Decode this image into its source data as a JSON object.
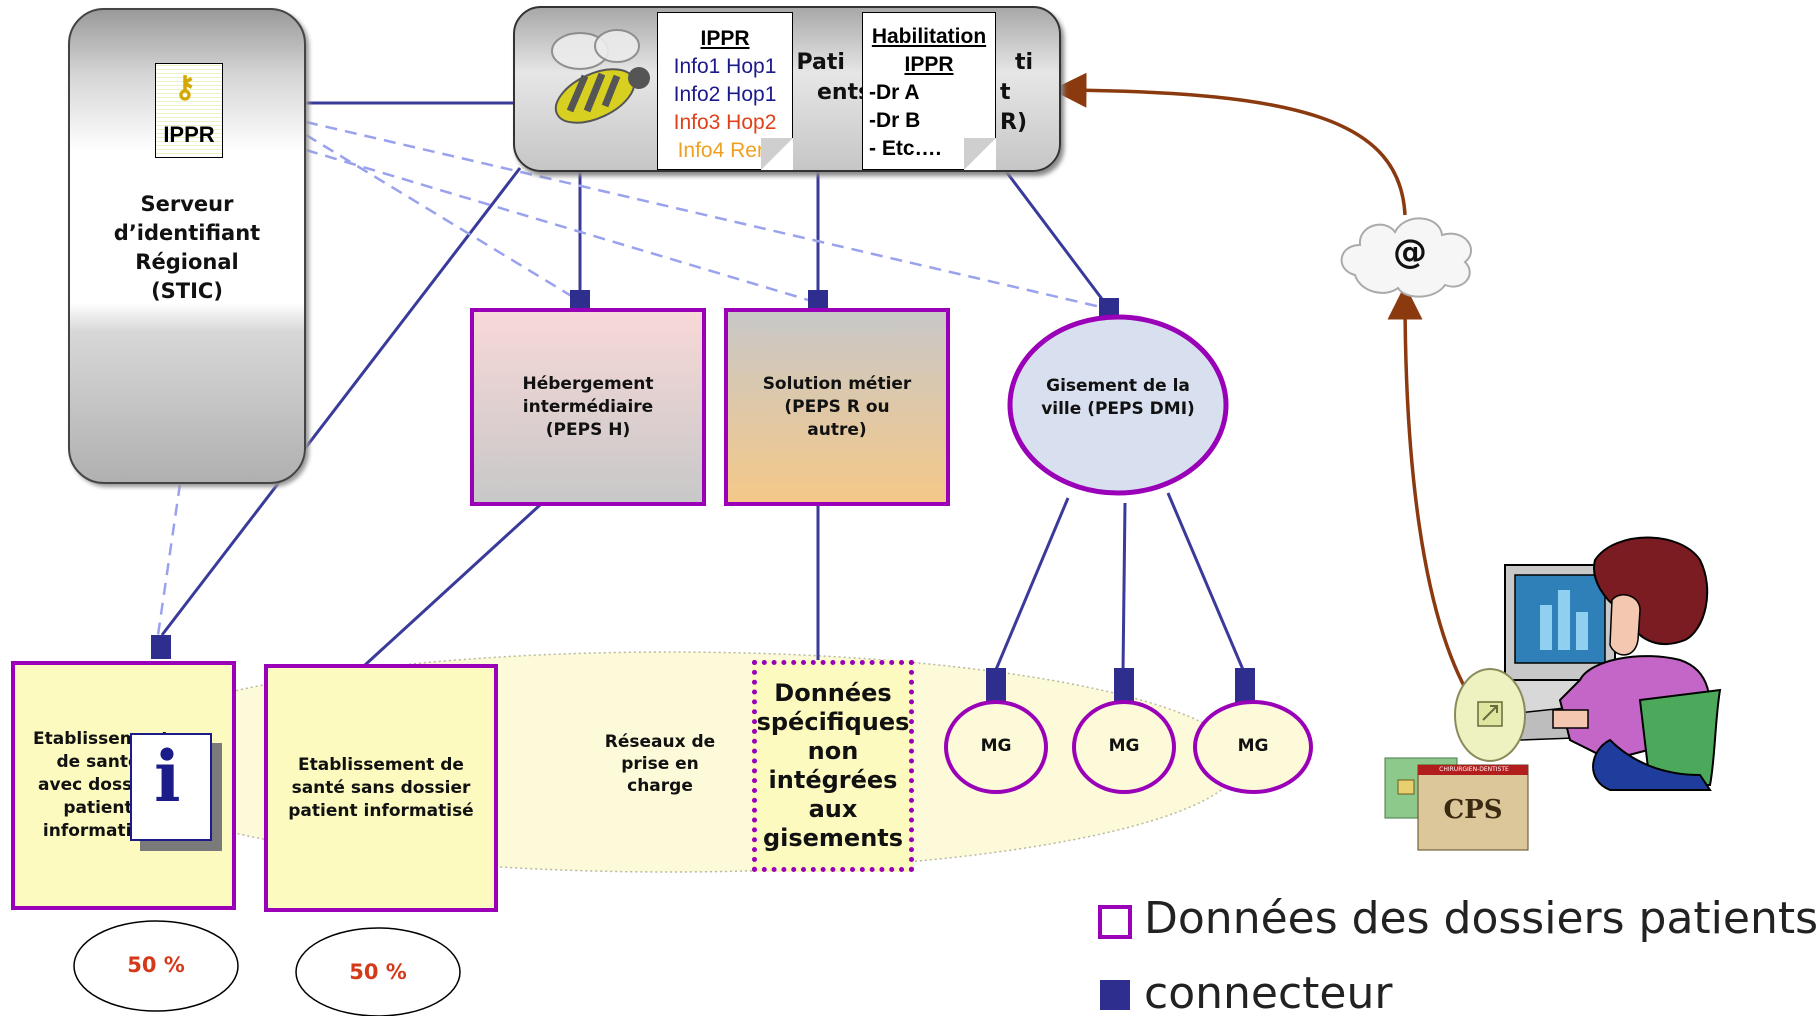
{
  "server": {
    "doc_label": "IPPR",
    "title_lines": [
      "Serveur",
      "d’identifiant",
      "Régional",
      "(STIC)"
    ]
  },
  "main_server": {
    "title_fragments": [
      "r Pati",
      "ti",
      "ents",
      "t",
      "R)"
    ]
  },
  "ippr_doc": {
    "heading": "IPPR",
    "rows": [
      {
        "text": "Info1 Hop1",
        "color": "#1a1a8c"
      },
      {
        "text": "Info2 Hop1",
        "color": "#1a1a8c"
      },
      {
        "text": "Info3 Hop2",
        "color": "#e0401a"
      },
      {
        "text": "Info4 Renau",
        "color": "#f0a020"
      }
    ]
  },
  "habilitation_doc": {
    "heading": [
      "Habilitation",
      "IPPR"
    ],
    "rows": [
      "-Dr A",
      "-Dr B",
      "- Etc…."
    ]
  },
  "internet_cloud": {
    "label": "@"
  },
  "middle_boxes": [
    {
      "label": "Hébergement intermédiaire (PEPS H)"
    },
    {
      "label": "Solution métier (PEPS R ou autre)"
    }
  ],
  "gisement": {
    "label": "Gisement de la ville (PEPS DMI)"
  },
  "bottom_boxes": [
    {
      "label": "Etablissement de santé avec dossier patient informatisé"
    },
    {
      "label": "Etablissement de santé sans dossier patient informatisé"
    }
  ],
  "reseaux": {
    "label": "Réseaux de prise en charge"
  },
  "donnees_box": {
    "label": "Données spécifiques non intégrées aux gisements"
  },
  "mg_nodes": [
    "MG",
    "MG",
    "MG"
  ],
  "percentages": [
    "50 %",
    "50 %"
  ],
  "cps_card": {
    "label": "CPS",
    "band": "CHIRURGIEN-DENTISTE"
  },
  "legend": [
    {
      "text": "Données des dossiers patients",
      "marker": "outlined-square",
      "color": "#9a00b8"
    },
    {
      "text": "connecteur",
      "marker": "filled-square",
      "color": "#2e2e8e"
    }
  ],
  "colors": {
    "box_border": "#9a00b8",
    "connector": "#2e2e8e",
    "line": "#3a3a9a",
    "dashed": "#9aa2ee",
    "arrow": "#8b3a10",
    "percent": "#d43a1a"
  }
}
